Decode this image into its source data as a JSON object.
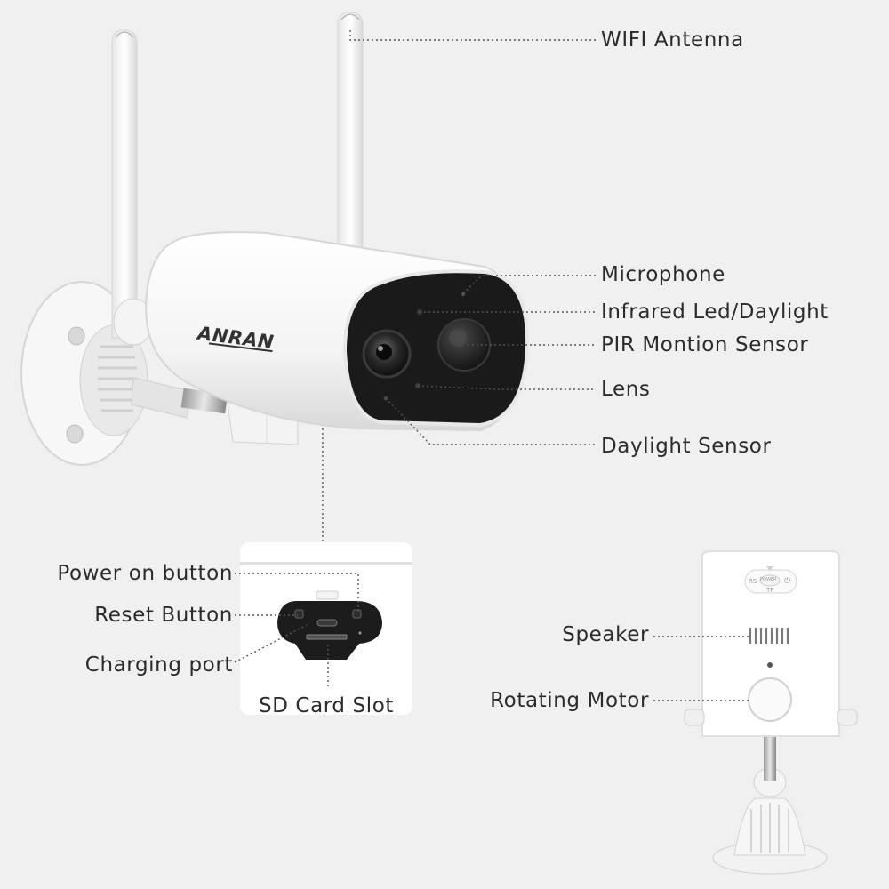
{
  "brand": "ANRAN",
  "labels": {
    "wifi_antenna": "WIFI Antenna",
    "microphone": "Microphone",
    "infrared_led": "Infrared Led/Daylight",
    "pir_sensor": "PIR Montion Sensor",
    "lens": "Lens",
    "daylight_sensor": "Daylight Sensor",
    "power_button": "Power on button",
    "reset_button": "Reset Button",
    "charging_port": "Charging port",
    "sd_card_slot": "SD Card Slot",
    "speaker": "Speaker",
    "rotating_motor": "Rotating Motor"
  },
  "back_panel": {
    "rs": "RS",
    "power": "POWER",
    "tf": "TF"
  },
  "colors": {
    "background": "#f0f0f0",
    "camera_body": "#ffffff",
    "lens_face": "#1b1b1b",
    "text": "#2b2b2b",
    "leader_line": "#555555"
  }
}
